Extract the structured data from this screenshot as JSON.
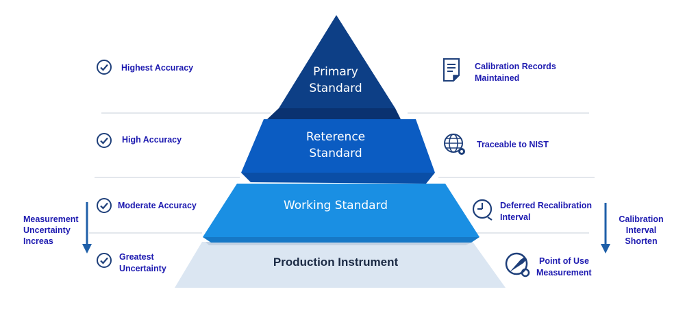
{
  "tiers": {
    "primary": {
      "line1": "Primary",
      "line2": "Standard"
    },
    "reference": {
      "line1": "Reterence",
      "line2": "Standard"
    },
    "working": "Working Standard",
    "production": "Production Instrument"
  },
  "left_items": [
    {
      "label": "Highest Accuracy"
    },
    {
      "label": "High Accuracy"
    },
    {
      "label": "Moderate Accuracy"
    },
    {
      "line1": "Greatest",
      "line2": "Uncertainty"
    }
  ],
  "right_items": [
    {
      "line1": "Calibration Records",
      "line2": "Maintained",
      "icon": "document-icon"
    },
    {
      "label": "Traceable to NIST",
      "icon": "globe-icon"
    },
    {
      "line1": "Deferred Recalibration",
      "line2": "Interval",
      "icon": "clock-icon"
    },
    {
      "line1": "Point of Use",
      "line2": "Measurement",
      "icon": "wrench-icon"
    }
  ],
  "left_arrow": {
    "line1": "Measurement",
    "line2": "Uncertainty",
    "line3": "Increas"
  },
  "right_arrow": {
    "line1": "Calibration",
    "line2": "Interval",
    "line3": "Shorten"
  },
  "colors": {
    "top": "#0d3f86",
    "reference": "#0b5cc2",
    "working": "#1a8fe3",
    "production": "#dbe6f2",
    "text_blue": "#1d1ab0",
    "icon_blue": "#1e3f7a"
  }
}
